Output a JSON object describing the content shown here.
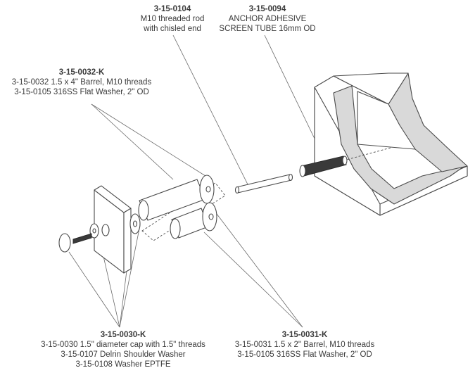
{
  "callouts": {
    "rod": {
      "part_number": "3-15-0104",
      "lines": [
        "M10 threaded rod",
        "with chisled end"
      ]
    },
    "adhesive": {
      "part_number": "3-15-0094",
      "lines": [
        "ANCHOR ADHESIVE",
        "SCREEN TUBE 16mm OD"
      ]
    },
    "barrel_kit_4in": {
      "part_number": "3-15-0032-K",
      "lines": [
        "3-15-0032 1.5 x 4\" Barrel, M10 threads",
        "3-15-0105 316SS Flat Washer, 2\" OD"
      ]
    },
    "cap_kit": {
      "part_number": "3-15-0030-K",
      "lines": [
        "3-15-0030 1.5\" diameter cap with 1.5\" threads",
        "3-15-0107 Delrin Shoulder Washer",
        "3-15-0108 Washer EPTFE"
      ]
    },
    "barrel_kit_2in": {
      "part_number": "3-15-0031-K",
      "lines": [
        "3-15-0031 1.5 x 2\" Barrel, M10 threads",
        "3-15-0105 316SS Flat Washer, 2\" OD"
      ]
    }
  }
}
